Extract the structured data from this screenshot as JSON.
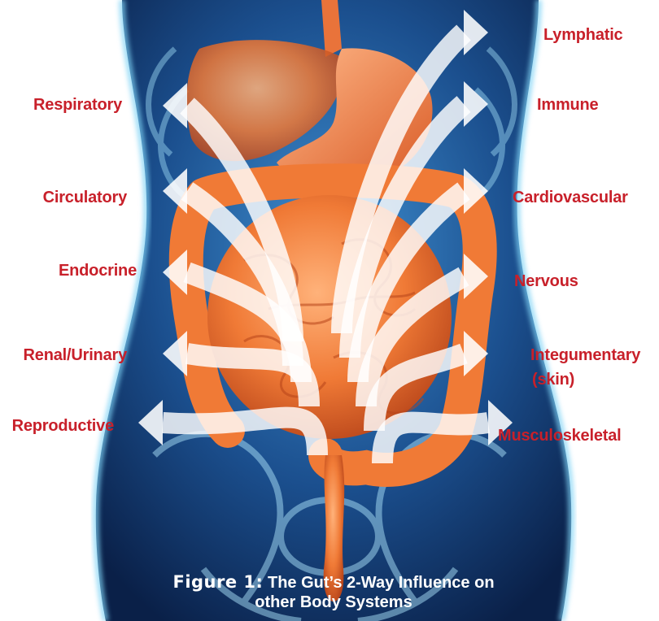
{
  "colors": {
    "label": "#c8202a",
    "organ": "#f07a36",
    "body_glow": "#4fb9e6",
    "background_dark": "#0b2450",
    "arrow": "#ffffff"
  },
  "left_systems": [
    {
      "label": "Respiratory"
    },
    {
      "label": "Circulatory"
    },
    {
      "label": "Endocrine"
    },
    {
      "label": "Renal/Urinary"
    },
    {
      "label": "Reproductive"
    }
  ],
  "right_systems": [
    {
      "label": "Lymphatic"
    },
    {
      "label": "Immune"
    },
    {
      "label": "Cardiovascular"
    },
    {
      "label": "Nervous"
    },
    {
      "label": "Integumentary",
      "label2": "(skin)"
    },
    {
      "label": "Musculoskeletal"
    }
  ],
  "caption": {
    "prefix": "Figure 1:",
    "text": "The Gut’s 2-Way  Influence on",
    "line2": "other Body Systems"
  }
}
